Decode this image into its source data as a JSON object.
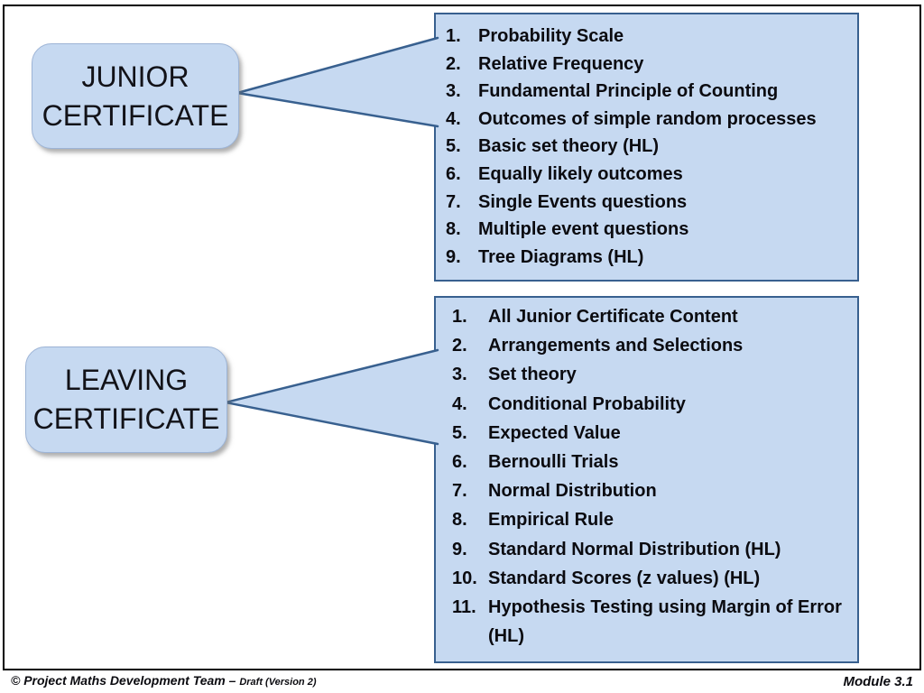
{
  "colors": {
    "panel_fill": "#c6d9f1",
    "panel_line": "#38608f",
    "callout_line": "#9db4d6",
    "ink": "#0b0b10"
  },
  "junior_box": {
    "line1": "JUNIOR",
    "line2": "CERTIFICATE"
  },
  "leaving_box": {
    "line1": "LEAVING",
    "line2": "CERTIFICATE"
  },
  "junior_list": {
    "items": [
      {
        "n": "1.",
        "t": "Probability Scale"
      },
      {
        "n": "2.",
        "t": "Relative Frequency"
      },
      {
        "n": "3.",
        "t": "Fundamental Principle of Counting"
      },
      {
        "n": "4.",
        "t": "Outcomes of simple random processes"
      },
      {
        "n": "5.",
        "t": "Basic set theory (HL)"
      },
      {
        "n": "6.",
        "t": "Equally likely outcomes"
      },
      {
        "n": "7.",
        "t": "Single Events questions"
      },
      {
        "n": "8.",
        "t": "Multiple event questions"
      },
      {
        "n": "9.",
        "t": "Tree Diagrams (HL)"
      }
    ]
  },
  "leaving_list": {
    "items": [
      {
        "n": "1.",
        "t": "All Junior Certificate Content"
      },
      {
        "n": "2.",
        "t": "Arrangements and Selections"
      },
      {
        "n": "3.",
        "t": "Set theory"
      },
      {
        "n": "4.",
        "t": "Conditional Probability"
      },
      {
        "n": "5.",
        "t": "Expected Value"
      },
      {
        "n": "6.",
        "t": "Bernoulli Trials"
      },
      {
        "n": "7.",
        "t": "Normal Distribution"
      },
      {
        "n": "8.",
        "t": "Empirical Rule"
      },
      {
        "n": "9.",
        "t": "Standard Normal Distribution (HL)"
      },
      {
        "n": "10.",
        "t": "Standard Scores (z values) (HL)"
      },
      {
        "n": "11.",
        "t": "Hypothesis Testing using Margin of Error (HL)"
      }
    ]
  },
  "footer": {
    "left_main": "© Project Maths Development Team – ",
    "left_sub": "Draft (Version 2)",
    "right": "Module 3.1"
  }
}
